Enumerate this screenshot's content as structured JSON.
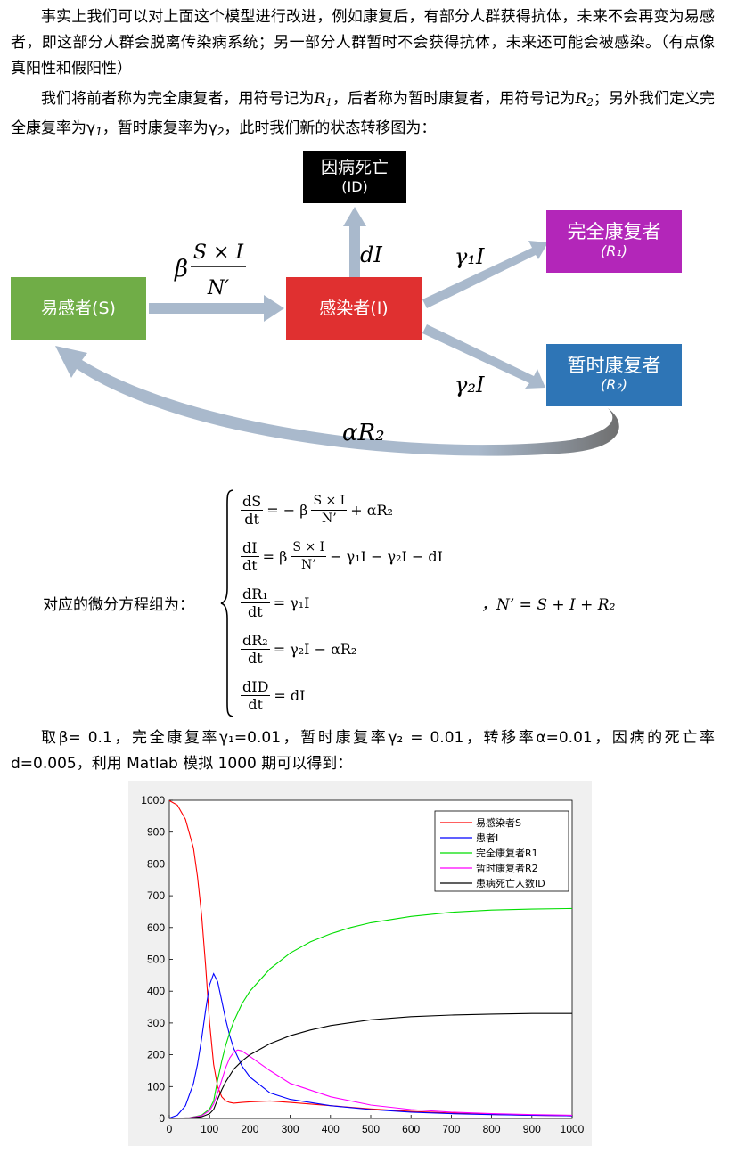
{
  "paragraph1": "事实上我们可以对上面这个模型进行改进，例如康复后，有部分人群获得抗体，未来不会再变为易感者，即这部分人群会脱离传染病系统；另一部分人群暂时不会获得抗体，未来还可能会被感染。（有点像真阳性和假阳性）",
  "paragraph2": {
    "part1": "我们将前者称为完全康复者，用符号记为",
    "part2": "，后者称为暂时康复者，用符号记为",
    "part3": "；另外我们定义完全康复率为",
    "part4": "，暂时康复率为",
    "part5": "，此时我们新的状态转移图为：",
    "sym_R": "R",
    "sub1": "1",
    "sub2": "2",
    "sym_gamma": "γ"
  },
  "diagram": {
    "box_death_line1": "因病死亡",
    "box_death_line2": "(ID)",
    "box_susceptible": "易感者(S)",
    "box_infected": "感染者(I)",
    "box_full_line1": "完全康复者",
    "box_full_line2": "(R₁)",
    "box_temp_line1": "暂时康复者",
    "box_temp_line2": "(R₂)",
    "label_beta": "β",
    "label_frac_num": "S × I",
    "label_frac_den": "N′",
    "label_dI": "dI",
    "label_g1I": "γ₁I",
    "label_g2I": "γ₂I",
    "label_alphaR2": "αR₂",
    "colors": {
      "susceptible": "#70AD47",
      "infected": "#E03030",
      "death": "#000000",
      "full": "#B326B9",
      "temp": "#2E75B6",
      "arrow": "#A9B9CC"
    }
  },
  "equations": {
    "intro": "对应的微分方程组为：",
    "eq1_lhs_num": "dS",
    "eq1_lhs_den": "dt",
    "eq1_a": "= − β",
    "eq1_fnum": "S × I",
    "eq1_fden": "N’",
    "eq1_b": "+ αR₂",
    "eq2_lhs_num": "dI",
    "eq2_lhs_den": "dt",
    "eq2_a": "= β",
    "eq2_fnum": "S × I",
    "eq2_fden": "N’",
    "eq2_b": "− γ₁I − γ₂I − dI",
    "eq3_lhs_num": "dR₁",
    "eq3_lhs_den": "dt",
    "eq3_a": "= γ₁I",
    "eq4_lhs_num": "dR₂",
    "eq4_lhs_den": "dt",
    "eq4_a": "= γ₂I − αR₂",
    "eq5_lhs_num": "dID",
    "eq5_lhs_den": "dt",
    "eq5_a": "= dI",
    "side": "，N’ = S + I + R₂"
  },
  "paragraph3": "取β= 0.1，完全康复率γ₁=0.01，暂时康复率γ₂ = 0.01，转移率α=0.01，因病的死亡率d=0.005，利用 Matlab 模拟 1000 期可以得到：",
  "chart_data": {
    "type": "line",
    "title": "",
    "xlabel": "",
    "ylabel": "",
    "xlim": [
      0,
      1000
    ],
    "ylim": [
      0,
      1000
    ],
    "xticks": [
      0,
      100,
      200,
      300,
      400,
      500,
      600,
      700,
      800,
      900,
      1000
    ],
    "yticks": [
      0,
      100,
      200,
      300,
      400,
      500,
      600,
      700,
      800,
      900,
      1000
    ],
    "grid": false,
    "legend_position": "top-right",
    "series": [
      {
        "name": "易感染者S",
        "color": "#ff0000",
        "x": [
          0,
          20,
          40,
          60,
          70,
          80,
          90,
          100,
          110,
          120,
          130,
          140,
          150,
          160,
          180,
          200,
          250,
          300,
          400,
          500,
          600,
          700,
          800,
          900,
          1000
        ],
        "y": [
          999,
          985,
          940,
          850,
          760,
          640,
          480,
          300,
          170,
          100,
          68,
          55,
          50,
          48,
          50,
          52,
          55,
          50,
          40,
          30,
          22,
          17,
          13,
          10,
          8
        ]
      },
      {
        "name": "患者I",
        "color": "#0000ff",
        "x": [
          0,
          20,
          40,
          60,
          70,
          80,
          90,
          100,
          110,
          120,
          130,
          140,
          150,
          160,
          180,
          200,
          250,
          300,
          400,
          500,
          600,
          700,
          800,
          900,
          1000
        ],
        "y": [
          1,
          10,
          40,
          110,
          170,
          250,
          340,
          420,
          455,
          430,
          370,
          310,
          260,
          220,
          165,
          130,
          80,
          60,
          40,
          28,
          20,
          15,
          12,
          10,
          8
        ]
      },
      {
        "name": "完全康复者R1",
        "color": "#00dd00",
        "x": [
          0,
          50,
          80,
          100,
          110,
          120,
          130,
          140,
          150,
          160,
          180,
          200,
          250,
          300,
          350,
          400,
          450,
          500,
          600,
          700,
          800,
          900,
          1000
        ],
        "y": [
          0,
          2,
          10,
          30,
          55,
          120,
          180,
          230,
          270,
          305,
          360,
          400,
          470,
          520,
          555,
          580,
          600,
          615,
          635,
          648,
          655,
          658,
          660
        ]
      },
      {
        "name": "暂时康复者R2",
        "color": "#ff00ff",
        "x": [
          0,
          50,
          80,
          100,
          110,
          120,
          130,
          140,
          150,
          160,
          170,
          180,
          200,
          250,
          300,
          400,
          500,
          600,
          700,
          800,
          900,
          1000
        ],
        "y": [
          0,
          2,
          8,
          25,
          45,
          80,
          120,
          160,
          190,
          208,
          215,
          212,
          195,
          150,
          110,
          68,
          42,
          28,
          20,
          15,
          12,
          10
        ]
      },
      {
        "name": "患病死亡人数ID",
        "color": "#000000",
        "x": [
          0,
          50,
          80,
          100,
          110,
          120,
          130,
          140,
          150,
          160,
          180,
          200,
          250,
          300,
          350,
          400,
          500,
          600,
          700,
          800,
          900,
          1000
        ],
        "y": [
          0,
          1,
          5,
          15,
          28,
          60,
          90,
          115,
          135,
          155,
          180,
          200,
          235,
          260,
          278,
          292,
          310,
          320,
          325,
          328,
          330,
          330
        ]
      }
    ]
  }
}
